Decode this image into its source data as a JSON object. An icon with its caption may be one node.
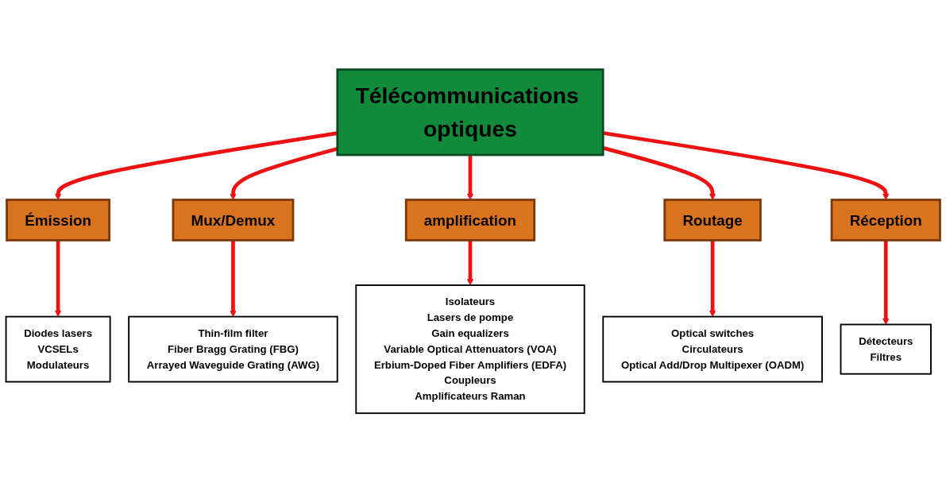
{
  "diagram": {
    "nodes": [
      {
        "text": [
          "Télécommunications optiques"
        ]
      },
      {
        "text": [
          "Émission"
        ]
      },
      {
        "text": [
          "Mux/Demux"
        ]
      },
      {
        "text": [
          "amplification"
        ]
      },
      {
        "text": [
          "Routage"
        ]
      },
      {
        "text": [
          "Réception"
        ]
      },
      {
        "text": [
          "Diodes lasers",
          "VCSELs",
          "Modulateurs"
        ]
      },
      {
        "text": [
          "Thin-film filter",
          "Fiber Bragg Grating (FBG)",
          "Arrayed Waveguide Grating (AWG)"
        ]
      },
      {
        "text": [
          "Isolateurs",
          "Lasers de pompe",
          "Gain equalizers",
          "Variable Optical Attenuators (VOA)",
          "Erbium-Doped Fiber Amplifiers (EDFA)",
          "Coupleurs",
          "Amplificateurs Raman"
        ]
      },
      {
        "text": [
          "Optical switches",
          "Circulateurs",
          "Optical Add/Drop Multipexer (OADM)"
        ]
      },
      {
        "text": [
          "Détecteurs",
          "Filtres"
        ]
      }
    ],
    "edges": [
      {
        "from": 0,
        "to": 1,
        "arrow": "to"
      },
      {
        "from": 0,
        "to": 2,
        "arrow": "to"
      },
      {
        "from": 0,
        "to": 3,
        "arrow": "to"
      },
      {
        "from": 0,
        "to": 4,
        "arrow": "to"
      },
      {
        "from": 0,
        "to": 5,
        "arrow": "to"
      },
      {
        "from": 1,
        "to": 6,
        "arrow": "to"
      },
      {
        "from": 2,
        "to": 7,
        "arrow": "to"
      },
      {
        "from": 3,
        "to": 8,
        "arrow": "to"
      },
      {
        "from": 4,
        "to": 9,
        "arrow": "to"
      },
      {
        "from": 5,
        "to": 10,
        "arrow": "to"
      }
    ]
  }
}
